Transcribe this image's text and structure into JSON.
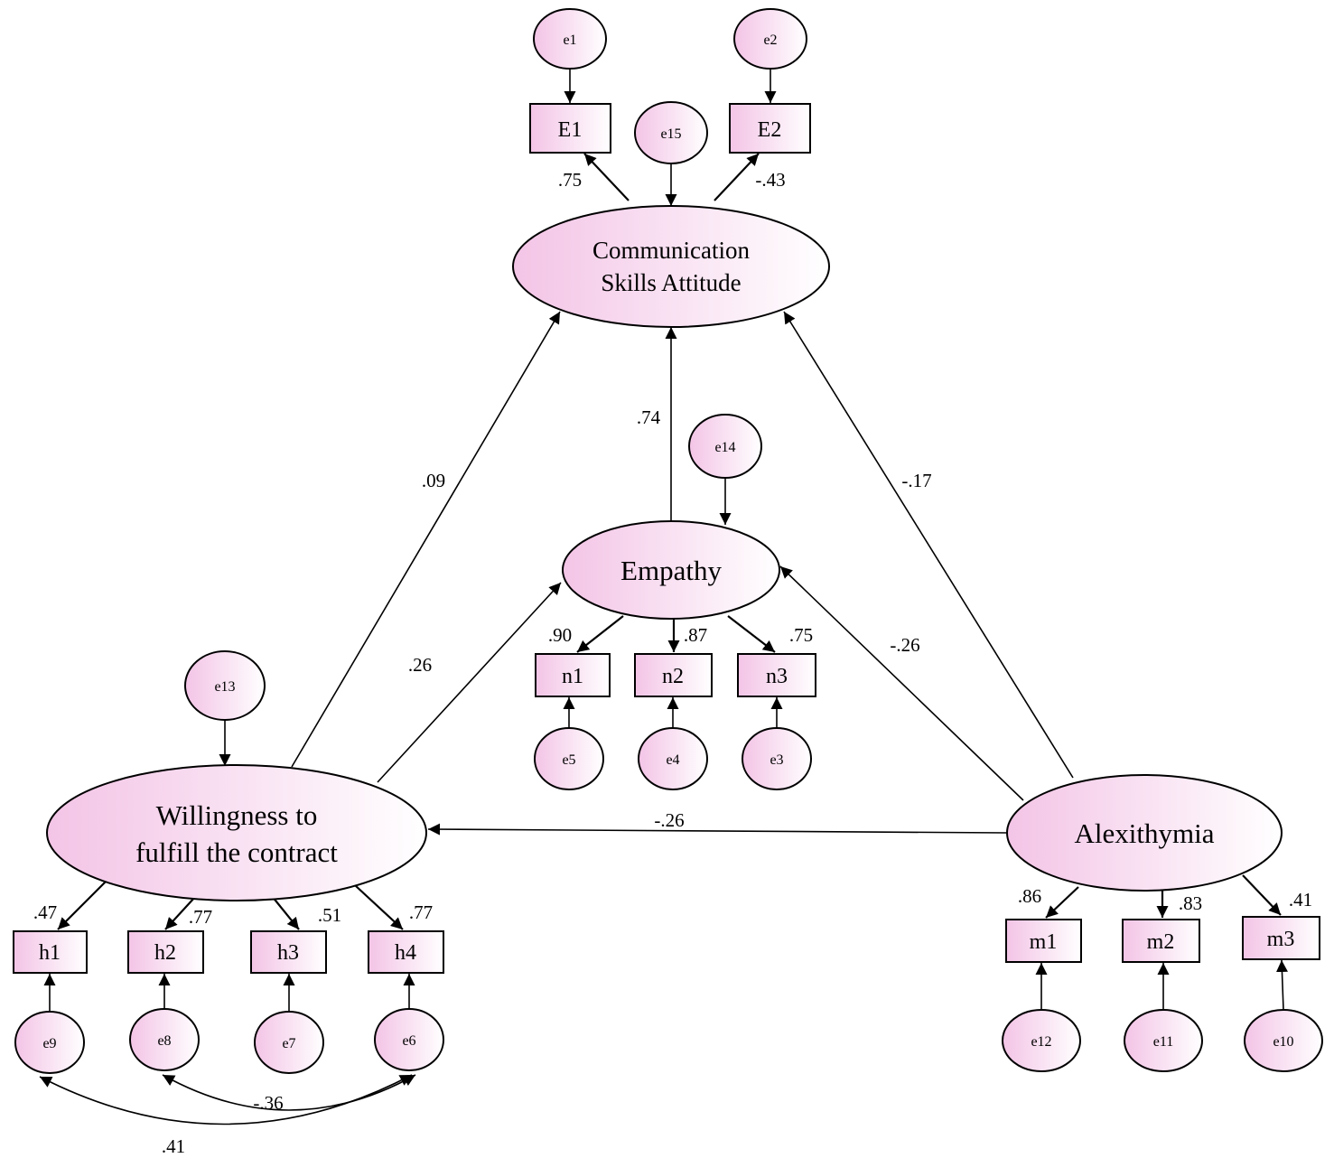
{
  "latents": {
    "csa": [
      "Communication",
      "Skills Attitude"
    ],
    "empathy": "Empathy",
    "willingness": [
      "Willingness to",
      "fulfill the contract"
    ],
    "alexithymia": "Alexithymia"
  },
  "indicators": {
    "E1": "E1",
    "E2": "E2",
    "n1": "n1",
    "n2": "n2",
    "n3": "n3",
    "h1": "h1",
    "h2": "h2",
    "h3": "h3",
    "h4": "h4",
    "m1": "m1",
    "m2": "m2",
    "m3": "m3"
  },
  "errors": {
    "e1": "e1",
    "e2": "e2",
    "e3": "e3",
    "e4": "e4",
    "e5": "e5",
    "e6": "e6",
    "e7": "e7",
    "e8": "e8",
    "e9": "e9",
    "e10": "e10",
    "e11": "e11",
    "e12": "e12",
    "e13": "e13",
    "e14": "e14",
    "e15": "e15"
  },
  "loadings": {
    "E1": ".75",
    "E2": "-.43",
    "n1": ".90",
    "n2": ".87",
    "n3": ".75",
    "h1": ".47",
    "h2": ".77",
    "h3": ".51",
    "h4": ".77",
    "m1": ".86",
    "m2": ".83",
    "m3": ".41"
  },
  "paths": {
    "empathy_to_csa": ".74",
    "willingness_to_csa": ".09",
    "alexithymia_to_csa": "-.17",
    "willingness_to_empathy": ".26",
    "alexithymia_to_empathy": "-.26",
    "alexithymia_to_willingness": "-.26"
  },
  "covariances": {
    "e8_e6": "-.36",
    "e9_e6": ".41"
  },
  "colors": {
    "fill_left": "#f3c4e6",
    "fill_right": "#ffffff",
    "stroke": "#000000"
  }
}
